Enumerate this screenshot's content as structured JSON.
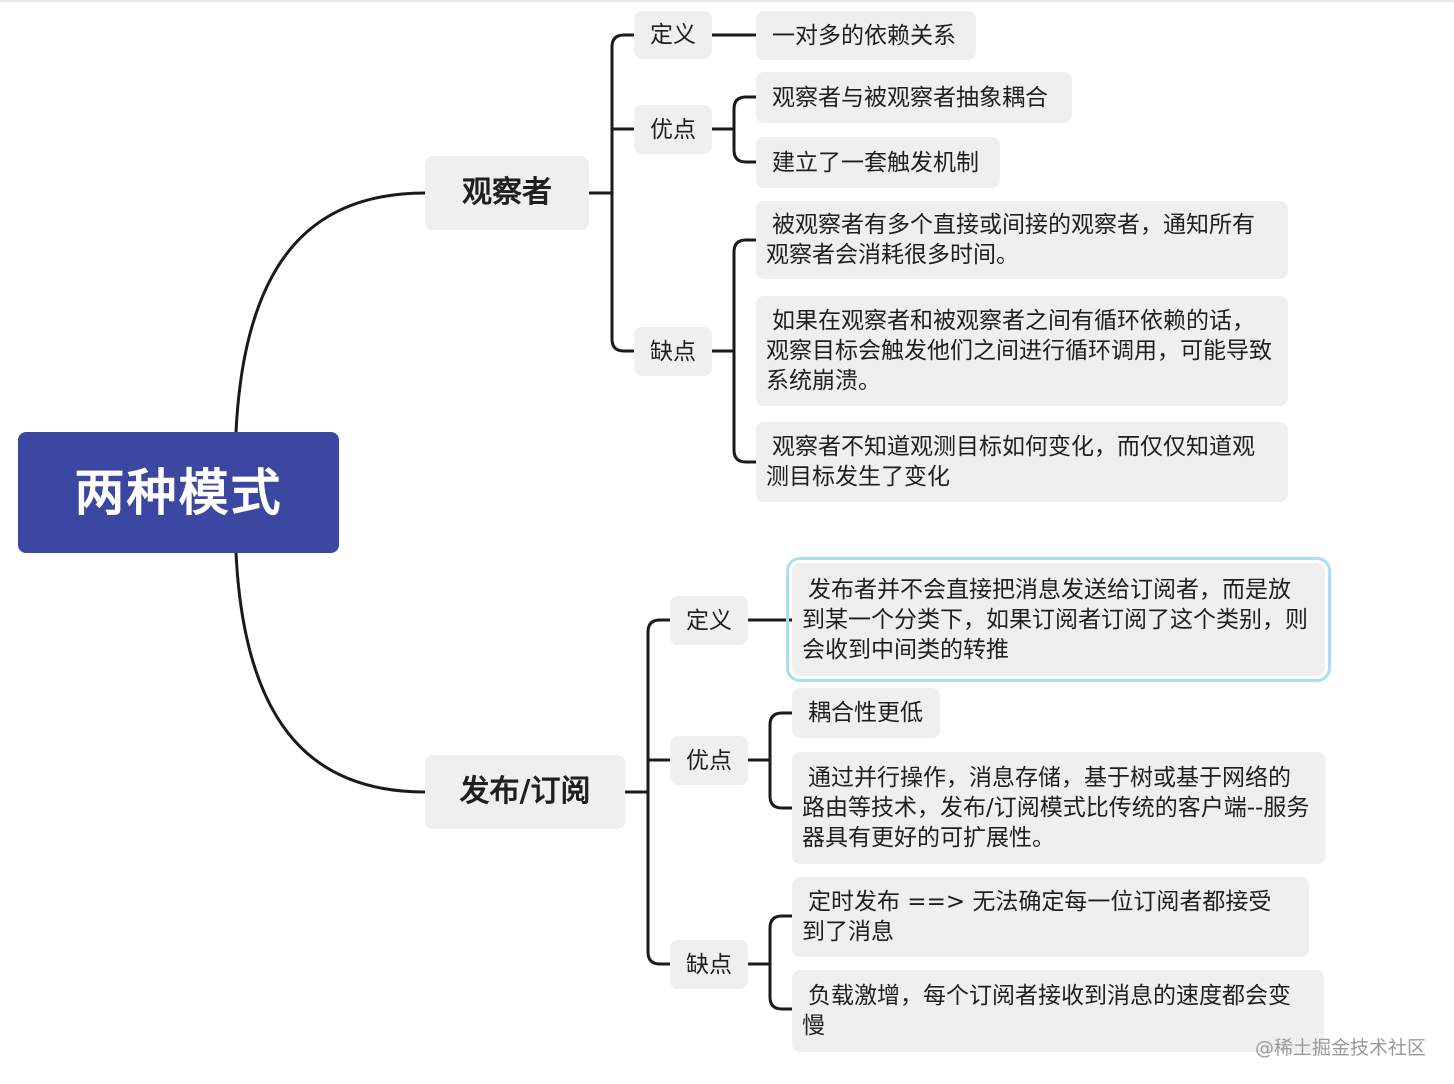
{
  "root": {
    "label": "两种模式"
  },
  "observer": {
    "label": "观察者",
    "definition": {
      "label": "定义",
      "text": "一对多的依赖关系"
    },
    "pros": {
      "label": "优点",
      "items": [
        "观察者与被观察者抽象耦合",
        "建立了一套触发机制"
      ]
    },
    "cons": {
      "label": "缺点",
      "items": [
        "被观察者有多个直接或间接的观察者，通知所有观察者会消耗很多时间。",
        "如果在观察者和被观察者之间有循环依赖的话，观察目标会触发他们之间进行循环调用，可能导致系统崩溃。",
        "观察者不知道观测目标如何变化，而仅仅知道观测目标发生了变化"
      ]
    }
  },
  "pubsub": {
    "label": "发布/订阅",
    "definition": {
      "label": "定义",
      "text": "发布者并不会直接把消息发送给订阅者，而是放到某一个分类下，如果订阅者订阅了这个类别，则会收到中间类的转推"
    },
    "pros": {
      "label": "优点",
      "items": [
        "耦合性更低",
        "通过并行操作，消息存储，基于树或基于网络的路由等技术，发布/订阅模式比传统的客户端--服务器具有更好的可扩展性。"
      ]
    },
    "cons": {
      "label": "缺点",
      "items": [
        "定时发布 ==> 无法确定每一位订阅者都接受到了消息",
        "负载激增，每个订阅者接收到消息的速度都会变慢"
      ]
    }
  },
  "watermark": "@稀土掘金技术社区",
  "colors": {
    "root_bg": "#3b47a1",
    "node_bg": "#efefef",
    "line": "#1a1a1a",
    "selection": "#a9dcf7"
  }
}
